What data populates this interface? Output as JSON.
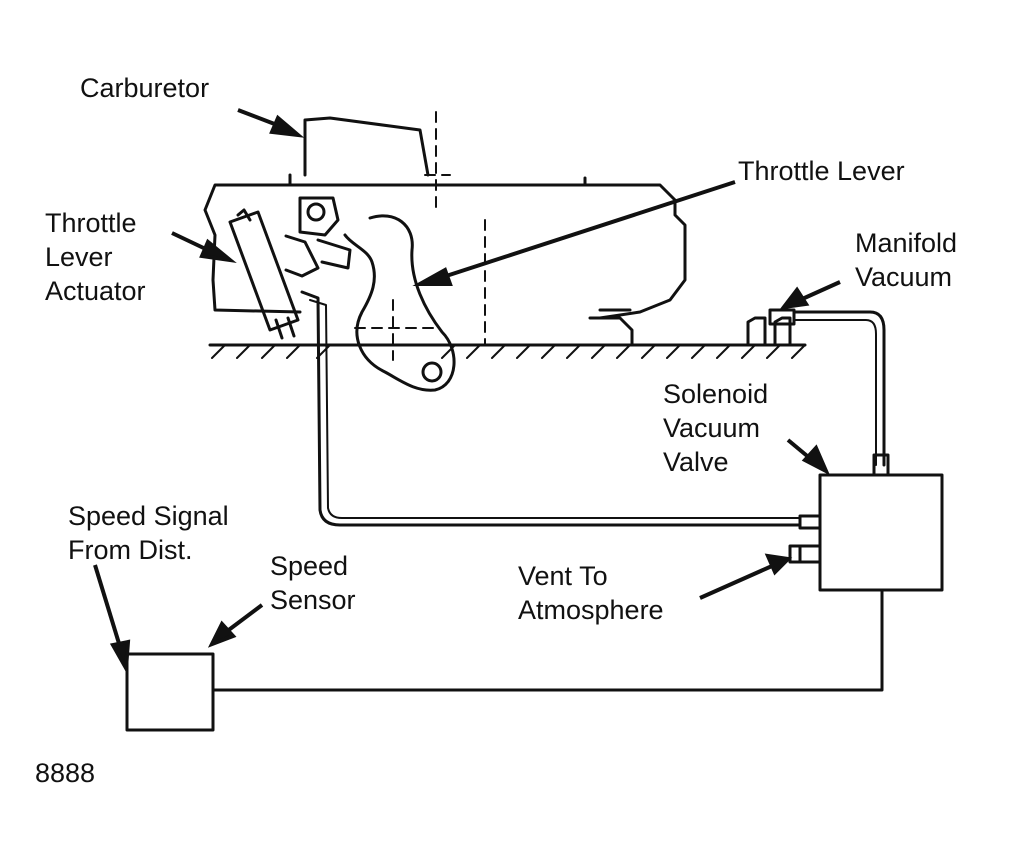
{
  "labels": {
    "carburetor": "Carburetor",
    "throttle_lever": "Throttle Lever",
    "throttle_lever_actuator": [
      "Throttle",
      "Lever",
      "Actuator"
    ],
    "manifold_vacuum": [
      "Manifold",
      "Vacuum"
    ],
    "solenoid_vacuum_valve": [
      "Solenoid",
      "Vacuum",
      "Valve"
    ],
    "speed_signal": [
      "Speed Signal",
      "From Dist."
    ],
    "speed_sensor": [
      "Speed",
      "Sensor"
    ],
    "vent_to_atmosphere": [
      "Vent To",
      "Atmosphere"
    ],
    "figure_number": "8888"
  },
  "colors": {
    "ink": "#111111",
    "background": "#ffffff"
  }
}
